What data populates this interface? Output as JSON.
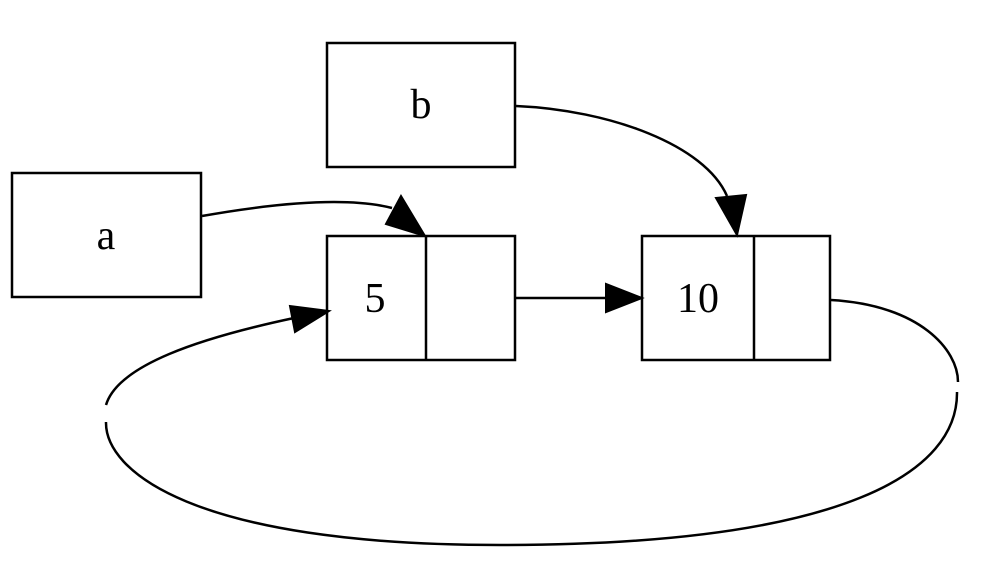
{
  "nodes": {
    "a": {
      "label": "a"
    },
    "b": {
      "label": "b"
    },
    "n1": {
      "value": "5",
      "next": ""
    },
    "n2": {
      "value": "10",
      "next": ""
    }
  },
  "edges": [
    {
      "from": "a",
      "to": "n1"
    },
    {
      "from": "b",
      "to": "n2"
    },
    {
      "from": "n1.next",
      "to": "n2"
    },
    {
      "from": "n2.next",
      "to": "n1"
    }
  ]
}
